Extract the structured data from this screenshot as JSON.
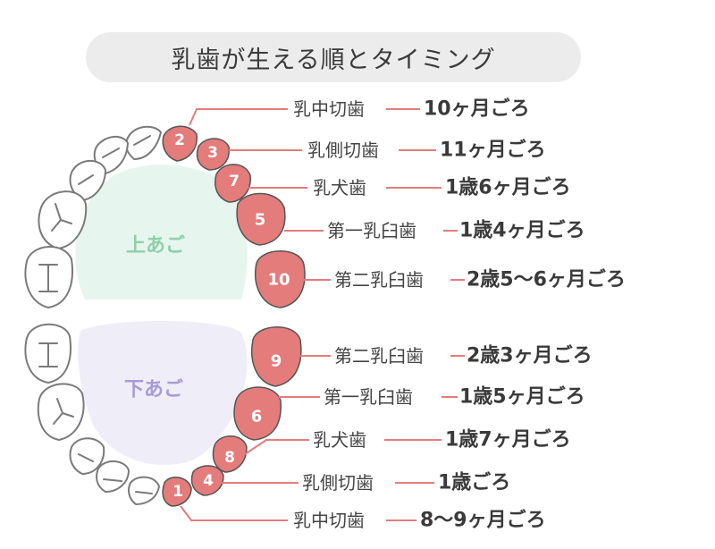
{
  "title": "乳歯が生える順とタイミング",
  "upper_jaw_label": "上あご",
  "lower_jaw_label": "下あご",
  "colors": {
    "tooth_fill": "#e47c7c",
    "tooth_outline": "#7a7a7a",
    "line": "#e47c7c",
    "upper_palate": "#e6f6ee",
    "upper_label": "#8fcfac",
    "lower_palate": "#efedf8",
    "lower_label": "#a99bd4",
    "title_bg": "#ececec"
  },
  "upper_teeth": [
    {
      "order": "2",
      "name": "乳中切歯",
      "timing": "10ヶ月ごろ"
    },
    {
      "order": "3",
      "name": "乳側切歯",
      "timing": "11ヶ月ごろ"
    },
    {
      "order": "7",
      "name": "乳犬歯",
      "timing": "1歳6ヶ月ごろ"
    },
    {
      "order": "5",
      "name": "第一乳臼歯",
      "timing": "1歳4ヶ月ごろ"
    },
    {
      "order": "10",
      "name": "第二乳臼歯",
      "timing": "2歳5〜6ヶ月ごろ"
    }
  ],
  "lower_teeth": [
    {
      "order": "9",
      "name": "第二乳臼歯",
      "timing": "2歳3ヶ月ごろ"
    },
    {
      "order": "6",
      "name": "第一乳臼歯",
      "timing": "1歳5ヶ月ごろ"
    },
    {
      "order": "8",
      "name": "乳犬歯",
      "timing": "1歳7ヶ月ごろ"
    },
    {
      "order": "4",
      "name": "乳側切歯",
      "timing": "1歳ごろ"
    },
    {
      "order": "1",
      "name": "乳中切歯",
      "timing": "8〜9ヶ月ごろ"
    }
  ]
}
